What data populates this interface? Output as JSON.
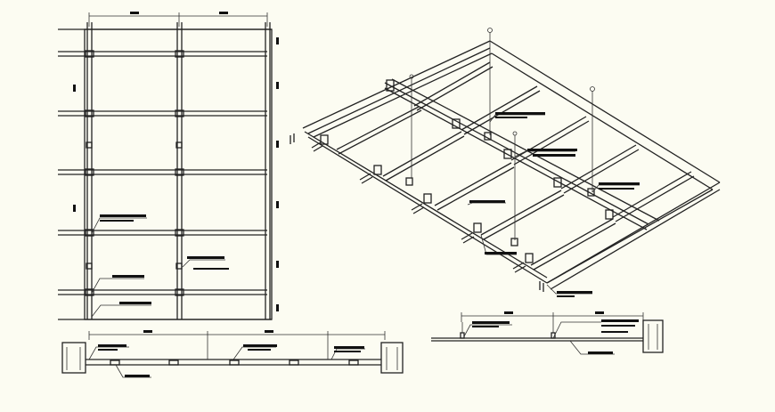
{
  "drawing": {
    "background": "#fcfcf2",
    "line_color": "#222222",
    "views": [
      {
        "id": "ceiling-grid-plan",
        "type": "plan"
      },
      {
        "id": "ceiling-isometric",
        "type": "isometric"
      },
      {
        "id": "section-a",
        "type": "section"
      },
      {
        "id": "section-b",
        "type": "section"
      }
    ],
    "plan_grid": {
      "columns": 3,
      "rows": 5
    },
    "isometric_hangers": 4
  }
}
